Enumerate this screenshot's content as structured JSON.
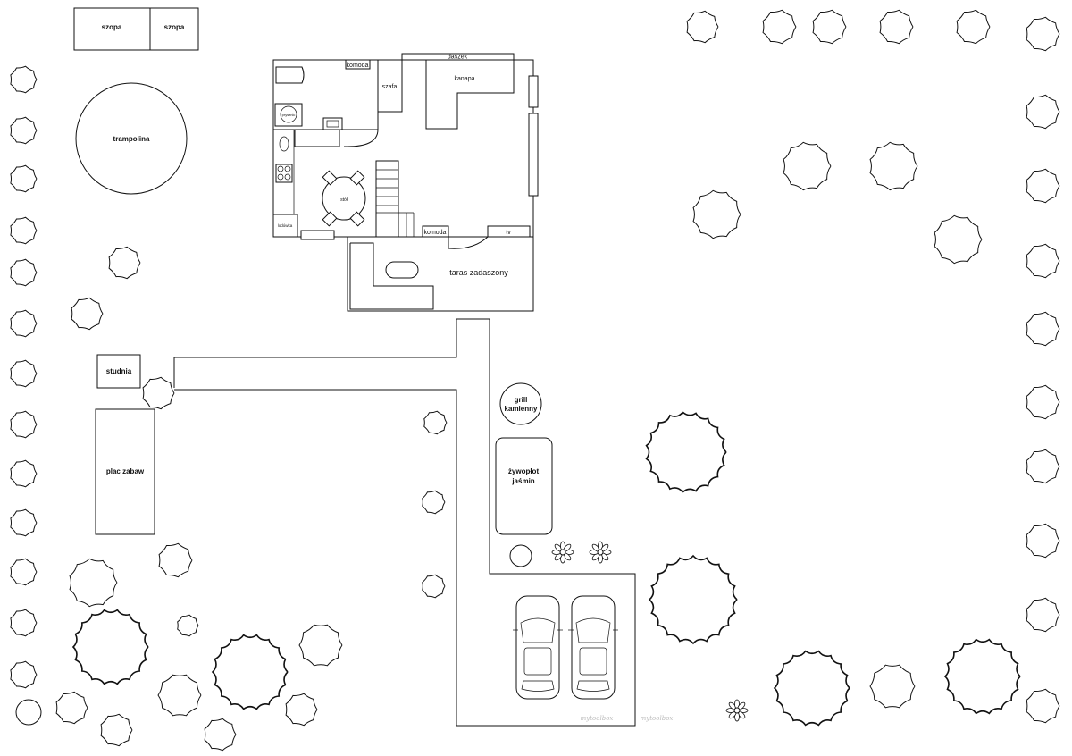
{
  "labels": {
    "shed_1": "szopa",
    "shed_2": "szopa",
    "trampoline": "trampolina",
    "well": "studnia",
    "playground": "plac zabaw",
    "canopy": "daszek",
    "dresser_top": "komoda",
    "wardrobe": "szafa",
    "sofa": "kanapa",
    "shower": "prysznic",
    "table": "stół",
    "fridge": "lodówka",
    "dresser_bottom": "komoda",
    "tv": "tv",
    "terrace": "taras zadaszony",
    "grill_line1": "grill",
    "grill_line2": "kamienny",
    "hedge_line1": "żywopłot",
    "hedge_line2": "jaśmin"
  },
  "signatures": [
    "mytoolbox",
    "mytoolbox"
  ],
  "colors": {
    "stroke": "#111111",
    "background": "#ffffff",
    "signature": "#bbbbbb"
  }
}
